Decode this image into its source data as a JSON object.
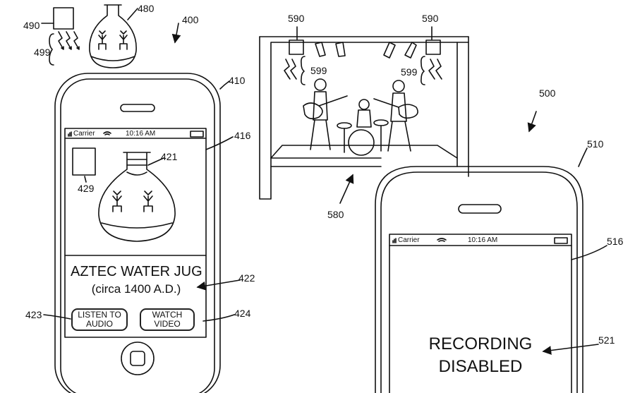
{
  "refs": {
    "r400": "400",
    "r410": "410",
    "r416": "416",
    "r421": "421",
    "r422": "422",
    "r423": "423",
    "r424": "424",
    "r429": "429",
    "r480": "480",
    "r490": "490",
    "r499": "499",
    "r500": "500",
    "r510": "510",
    "r516": "516",
    "r521": "521",
    "r580": "580",
    "r590a": "590",
    "r590b": "590",
    "r599a": "599",
    "r599b": "599"
  },
  "phone_left": {
    "status": {
      "carrier": "Carrier",
      "time": "10:16 AM"
    },
    "title_line1": "AZTEC WATER JUG",
    "title_line2": "(circa 1400 A.D.)",
    "button_listen_line1": "LISTEN TO",
    "button_listen_line2": "AUDIO",
    "button_watch_line1": "WATCH",
    "button_watch_line2": "VIDEO"
  },
  "phone_right": {
    "status": {
      "carrier": "Carrier",
      "time": "10:16 AM"
    },
    "message_line1": "RECORDING",
    "message_line2": "DISABLED"
  },
  "icons": {
    "jug": "water-jug-icon",
    "beacon": "beacon-box-icon",
    "signal": "signal-waves-icon",
    "stage": "concert-stage-icon"
  }
}
